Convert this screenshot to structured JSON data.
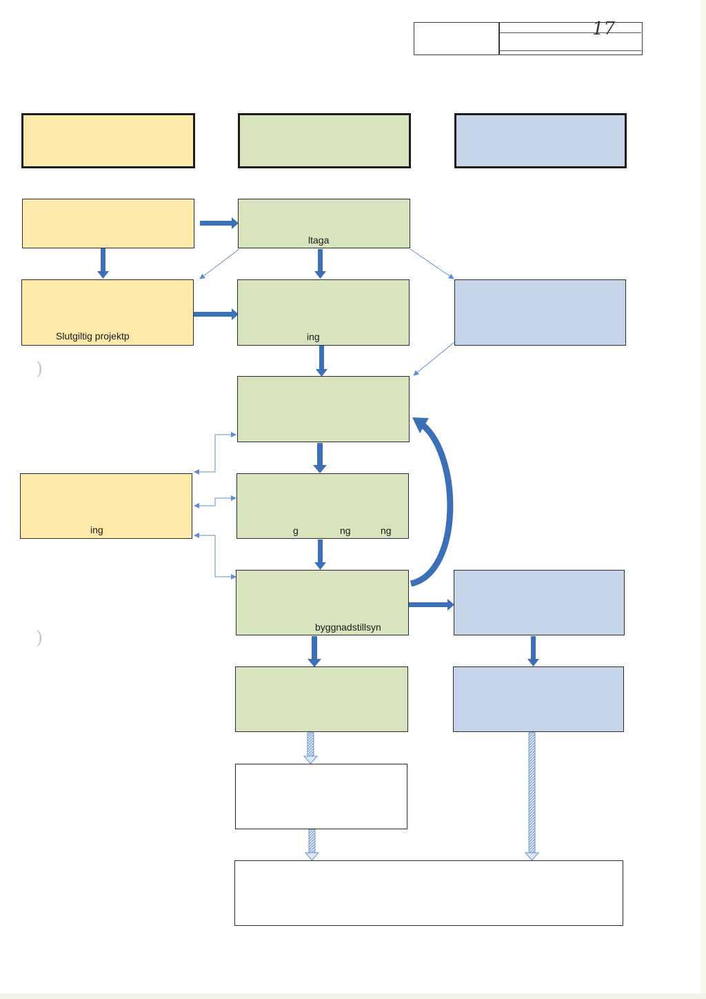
{
  "stamp": {
    "handwritten_number": "17"
  },
  "boxes": {
    "row2_green_label": "ltaga",
    "row3_orange_label": "Slutgiltig projektp",
    "row3_green_label": "ing",
    "row5_orange_label": "ing",
    "row5_green_labels": [
      "g",
      "ng",
      "ng"
    ],
    "row6_green_label": "byggnadstillsyn"
  },
  "colors": {
    "orange": "#fde9a9",
    "green": "#d7e4bd",
    "blue": "#c6d4ea",
    "arrow": "#3b6fb6",
    "thin_arrow": "#5b8ed6"
  }
}
